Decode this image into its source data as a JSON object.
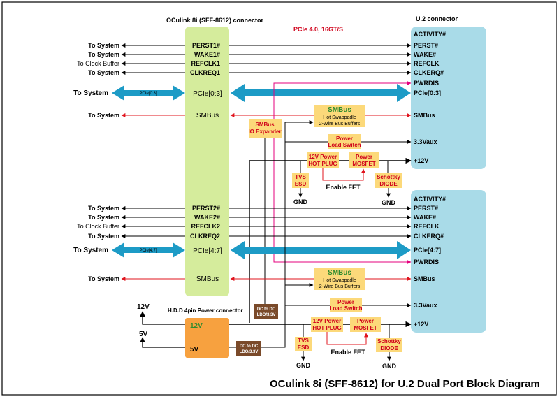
{
  "titles": {
    "oculink_connector": "OCulink 8i (SFF-8612) connector",
    "u2_connector": "U.2 connector",
    "pcie_spec": "PCIe 4.0, 16GT/S",
    "hdd_connector": "H.D.D 4pin Power connector",
    "diagram_title": "OCulink 8i (SFF-8612) for U.2 Dual Port Block Diagram"
  },
  "port1": {
    "left_labels": [
      "To System",
      "To System",
      "To Clock Buffer",
      "To System"
    ],
    "oculink_signals": [
      "PERST1#",
      "WAKE1#",
      "REFCLK1",
      "CLKREQ1"
    ],
    "pcie_left": "To System",
    "pcie_arrow_label": "PCIe[0:3]",
    "pcie_oculink": "PCIe[0:3]",
    "smbus_left": "To System",
    "smbus_oculink": "SMBus",
    "u2_signals": [
      "ACTIVITY#",
      "PERST#",
      "WAKE#",
      "REFCLK",
      "CLKERQ#",
      "PWRDIS",
      "PCIe[0:3]",
      "SMBus",
      "3.3Vaux",
      "+12V"
    ]
  },
  "port2": {
    "left_labels": [
      "To System",
      "To System",
      "To Clock Buffer",
      "To System"
    ],
    "oculink_signals": [
      "PERST2#",
      "WAKE2#",
      "REFCLK2",
      "CLKREQ2"
    ],
    "pcie_left": "To System",
    "pcie_arrow_label": "PCIe[4:7]",
    "pcie_oculink": "PCIe[4:7]",
    "smbus_left": "To System",
    "smbus_oculink": "SMBus",
    "u2_signals": [
      "ACTIVITY#",
      "PERST#",
      "WAKE#",
      "REFCLK",
      "CLKERQ#",
      "PCIe[4:7]",
      "PWRDIS",
      "SMBus",
      "3.3Vaux",
      "+12V"
    ]
  },
  "blocks": {
    "smbus_io_expander": [
      "SMBus",
      "IO Expander"
    ],
    "smbus_buffer_title": "SMBus",
    "smbus_buffer_body": [
      "Hot Swappadle",
      "2-Wire Bus Buffers"
    ],
    "power_load_switch": [
      "Power",
      "Load Switch"
    ],
    "hot_plug": [
      "12V Power",
      "HOT PLUG"
    ],
    "mosfet": [
      "Power",
      "MOSFET"
    ],
    "tvs_esd": [
      "TVS",
      "ESD"
    ],
    "schottky": [
      "Schottky",
      "DIODE"
    ],
    "gnd": "GND",
    "enable_fet": "Enable FET",
    "dc_to_dc": [
      "DC to DC",
      "LDO/3.3V"
    ],
    "hdd_12v": "12V",
    "hdd_5v": "5V",
    "rail_12v": "12V",
    "rail_5v": "5V"
  },
  "colors": {
    "oculink_fill": "#d5ec9c",
    "u2_fill": "#a9dbe8",
    "pcie_arrow": "#1d9bc6",
    "smbus_red": "#e0141e",
    "pwrdis_magenta": "#e5007e",
    "block_fill": "#fcd97a",
    "hdd_fill": "#f7a13f",
    "dc_fill": "#7a4a2a"
  }
}
